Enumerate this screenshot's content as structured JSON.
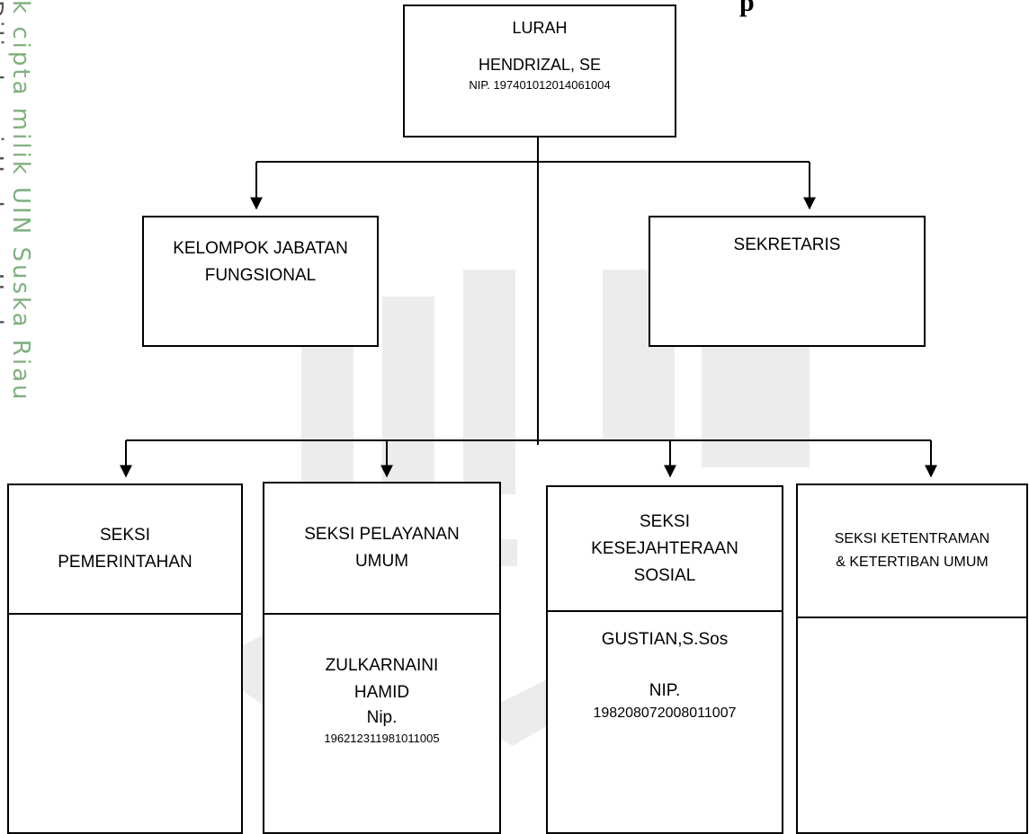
{
  "watermark_side_text": {
    "green": "k cipta milik UIN Suska Riau",
    "dark": "Dilindungi Undang-Undang"
  },
  "title_fragment": "p",
  "lurah": {
    "position": "LURAH",
    "name": "HENDRIZAL, SE",
    "nip": "NIP. 197401012014061004"
  },
  "kelompok": {
    "line1": "KELOMPOK JABATAN",
    "line2": "FUNGSIONAL"
  },
  "sekretaris": {
    "label": "SEKRETARIS"
  },
  "seksi": [
    {
      "title_lines": [
        "SEKSI",
        "PEMERINTAHAN"
      ],
      "body": []
    },
    {
      "title_lines": [
        "SEKSI PELAYANAN",
        "UMUM"
      ],
      "body": [
        "ZULKARNAINI",
        "HAMID",
        "Nip.",
        "196212311981011005"
      ]
    },
    {
      "title_lines": [
        "SEKSI",
        "KESEJAHTERAAN",
        "SOSIAL"
      ],
      "body": [
        "GUSTIAN,S.Sos",
        "NIP.",
        "198208072008011007"
      ]
    },
    {
      "title_lines": [
        "SEKSI KETENTRAMAN",
        "& KETERTIBAN UMUM"
      ],
      "body": []
    }
  ],
  "colors": {
    "watermark": "#ededed",
    "edge_green": "#7fb07f",
    "line": "#000000"
  }
}
